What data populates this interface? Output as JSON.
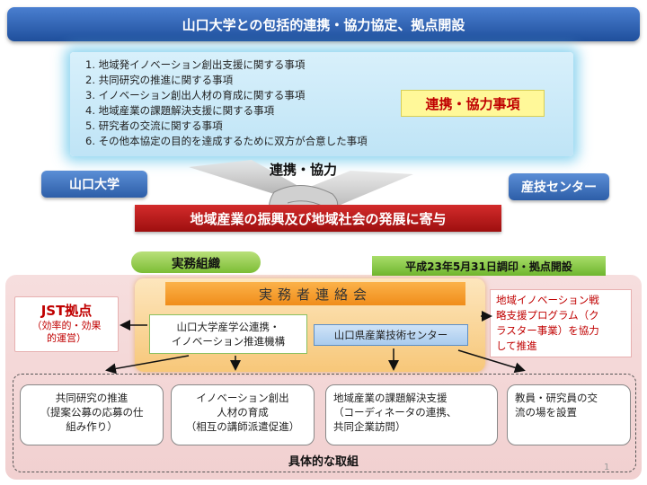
{
  "title": "山口大学との包括的連携・協力協定、拠点開設",
  "items": [
    "1. 地域発イノベーション創出支援に関する事項",
    "2. 共同研究の推進に関する事項",
    "3. イノベーション創出人材の育成に関する事項",
    "4. 地域産業の課題解決支援に関する事項",
    "5. 研究者の交流に関する事項",
    "6. その他本協定の目的を達成するために双方が合意した事項"
  ],
  "items_label": "連携・協力事項",
  "renkei": "連携・協力",
  "left_party": "山口大学",
  "right_party": "産技センター",
  "banner": "地域産業の振興及び地域社会の発展に寄与",
  "jitsumu": "実務組織",
  "date": "平成23年5月31日調印・拠点開設",
  "renrakukai": "実務者連絡会",
  "kiko": [
    "山口大学産学公連携・",
    "イノベーション推進機構"
  ],
  "center": "山口県産業技術センター",
  "jst": {
    "title": "JST拠点",
    "sub": [
      "（効率的・効果",
      "的運営）"
    ]
  },
  "cluster": [
    "地域イノベーション戦",
    "略支援プログラム（ク",
    "ラスター事業）を協力",
    "して推進"
  ],
  "actions": [
    [
      "共同研究の推進",
      "（提案公募の応募の仕",
      "組み作り）"
    ],
    [
      "イノベーション創出",
      "人材の育成",
      "（相互の講師派遣促進）"
    ],
    [
      "地域産業の課題解決支援",
      "（コーディネータの連携、",
      "共同企業訪問）"
    ],
    [
      "教員・研究員の交",
      "流の場を設置"
    ]
  ],
  "torikumi": "具体的な取組",
  "page": "1"
}
